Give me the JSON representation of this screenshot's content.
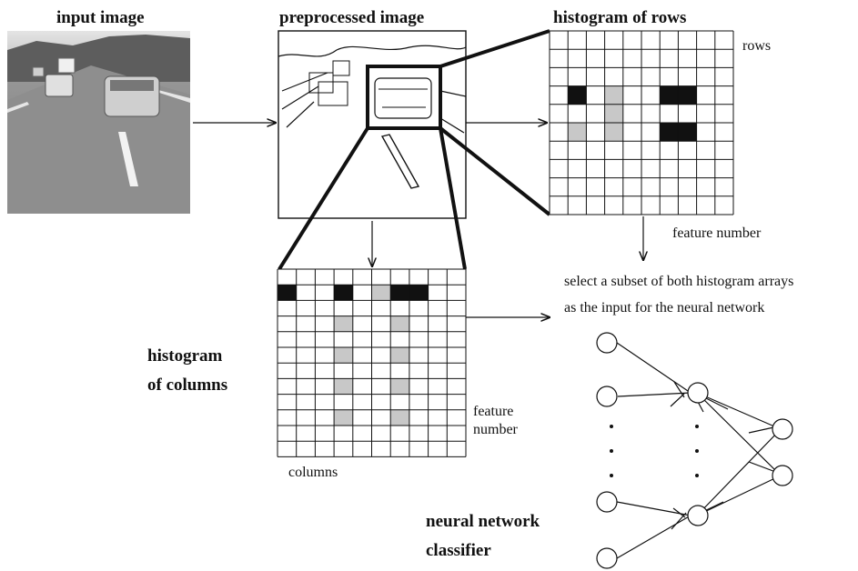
{
  "labels": {
    "input_image": "input image",
    "preprocessed_image": "preprocessed image",
    "histogram_rows": "histogram of rows",
    "rows": "rows",
    "feature_number_rows": "feature number",
    "select_line1": "select a subset of both histogram arrays",
    "select_line2": "as the input for the neural network",
    "histogram_cols_line1": "histogram",
    "histogram_cols_line2": "of columns",
    "feature_line1": "feature",
    "feature_line2": "number",
    "columns": "columns",
    "nn_line1": "neural network",
    "nn_line2": "classifier"
  },
  "icons": {
    "input": "road-scene-photo",
    "preprocessed": "edge-detected-road-scene",
    "network": "neural-network-graph"
  },
  "colors": {
    "ink": "#111111",
    "dark_cell": "#111111",
    "light_cell": "#c8c8c8",
    "photo_sky": "#d8d8d8",
    "photo_road": "#8a8a8a"
  },
  "grids": {
    "rows_histogram": {
      "n_rows": 10,
      "n_cols": 10,
      "cells": [
        [
          3,
          1,
          "d"
        ],
        [
          3,
          3,
          "l"
        ],
        [
          3,
          6,
          "d"
        ],
        [
          3,
          7,
          "d"
        ],
        [
          4,
          3,
          "l"
        ],
        [
          5,
          1,
          "l"
        ],
        [
          5,
          3,
          "l"
        ],
        [
          5,
          6,
          "d"
        ],
        [
          5,
          7,
          "d"
        ]
      ]
    },
    "columns_histogram": {
      "n_rows": 12,
      "n_cols": 10,
      "cells": [
        [
          1,
          0,
          "d"
        ],
        [
          1,
          3,
          "d"
        ],
        [
          1,
          5,
          "l"
        ],
        [
          1,
          6,
          "d"
        ],
        [
          1,
          7,
          "d"
        ],
        [
          3,
          3,
          "l"
        ],
        [
          3,
          6,
          "l"
        ],
        [
          5,
          3,
          "l"
        ],
        [
          5,
          6,
          "l"
        ],
        [
          7,
          3,
          "l"
        ],
        [
          7,
          6,
          "l"
        ],
        [
          9,
          3,
          "l"
        ],
        [
          9,
          6,
          "l"
        ]
      ]
    }
  }
}
